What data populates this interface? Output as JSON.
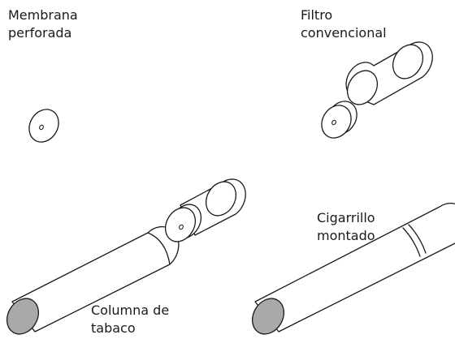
{
  "labels": {
    "membrana": [
      "Membrana",
      "perforada"
    ],
    "filtro": [
      "Filtro",
      "convencional"
    ],
    "columna": [
      "Columna de",
      "tabaco"
    ],
    "cigarrillo": [
      "Cigarrillo",
      "montado"
    ]
  },
  "colors": {
    "tobacco_end": "#a9a9a9",
    "stroke": "#1a1a1a"
  }
}
